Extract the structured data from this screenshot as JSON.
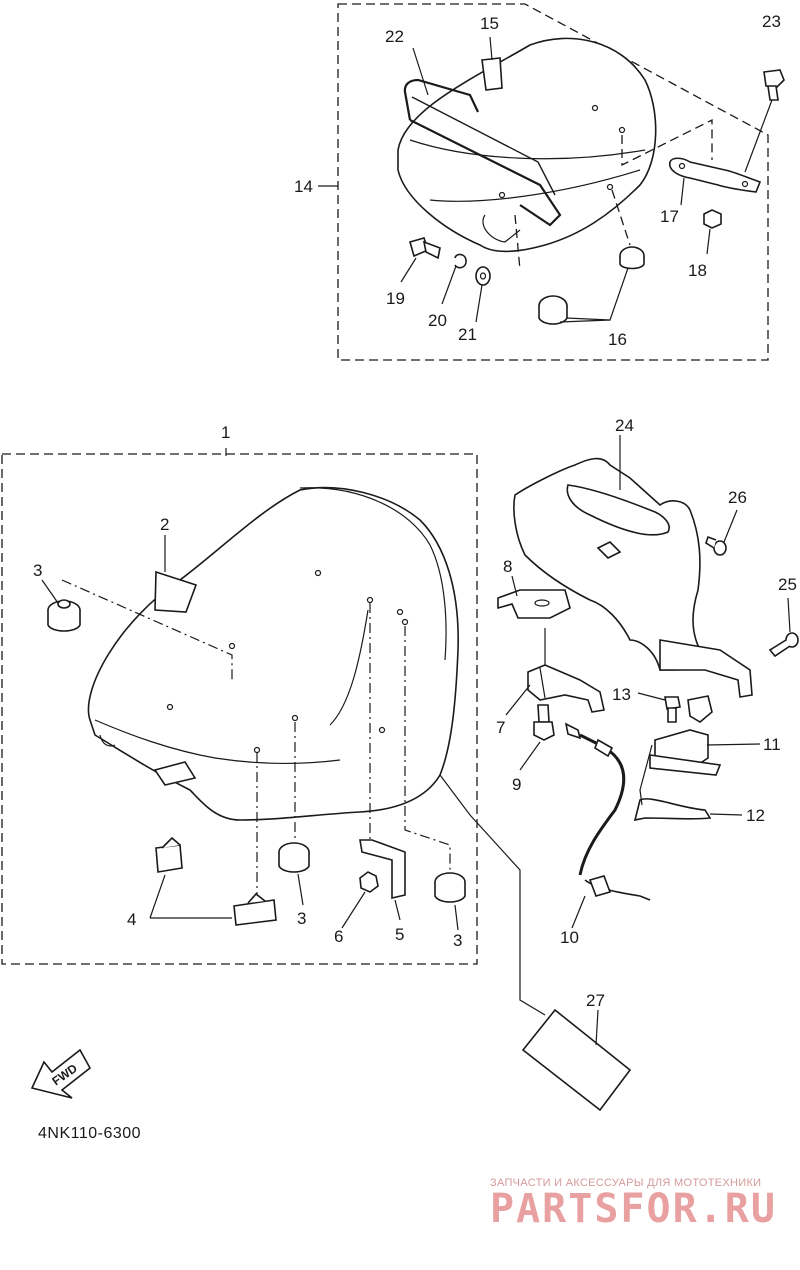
{
  "diagram": {
    "catalog_code": "4NK110-6300",
    "fwd_label": "FWD",
    "callouts": {
      "c1": "1",
      "c2": "2",
      "c3a": "3",
      "c3b": "3",
      "c3c": "3",
      "c4": "4",
      "c5": "5",
      "c6": "6",
      "c7": "7",
      "c8": "8",
      "c9": "9",
      "c10": "10",
      "c11": "11",
      "c12": "12",
      "c13": "13",
      "c14": "14",
      "c15": "15",
      "c16": "16",
      "c17": "17",
      "c18": "18",
      "c19": "19",
      "c20": "20",
      "c21": "21",
      "c22": "22",
      "c23": "23",
      "c24": "24",
      "c25": "25",
      "c26": "26",
      "c27": "27"
    }
  },
  "watermark": {
    "tagline": "ЗАПЧАСТИ И АКСЕССУАРЫ ДЛЯ МОТОТЕХНИКИ",
    "brand": "PARTSFOR.RU",
    "color": "#e8a0a0"
  }
}
